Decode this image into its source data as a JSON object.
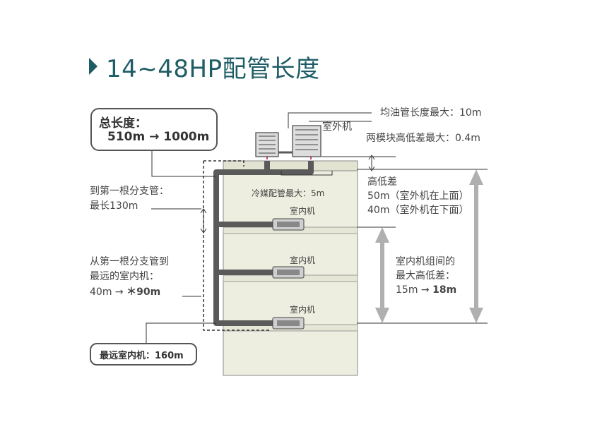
{
  "title": "14~48HP配管长度",
  "total_length": {
    "label": "总长度：",
    "value": "510m → 1000m"
  },
  "outdoor_unit": "室外机",
  "oil_pipe": "均油管长度最大：10m",
  "module_diff": "两模块高低差最大：0.4m",
  "refrigerant_pipe": "冷媒配管最大：5m",
  "height_diff": {
    "title": "高低差",
    "line1": "50m（室外机在上面）",
    "line2": "40m（室外机在下面）"
  },
  "first_branch": {
    "line1": "到第一根分支管：",
    "line2": "最长130m"
  },
  "farthest_from_branch": {
    "line1": "从第一根分支管到",
    "line2": "最远的室内机：",
    "line3_prefix": "40m → ",
    "line3_value": "＊90m"
  },
  "indoor_unit": "室内机",
  "indoor_units": [
    "室内机",
    "室内机",
    "室内机"
  ],
  "indoor_height": {
    "line1": "室内机组间的",
    "line2": "最大高低差：",
    "line3_prefix": "15m → ",
    "line3_value": "18m"
  },
  "farthest_indoor": "最远室内机：160m",
  "colors": {
    "title": "#1f5d66",
    "building": "#eeeee0",
    "pipe": "#5a5a5a",
    "arrow": "#aaaaaa"
  }
}
